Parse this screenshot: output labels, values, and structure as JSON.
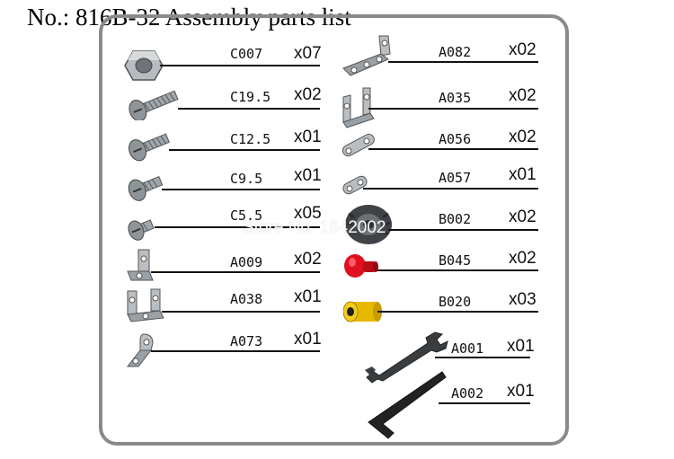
{
  "title": "No.: 816B-32 Assembly parts list",
  "watermark": "Store No: 1642002",
  "parts_left": [
    {
      "code": "C007",
      "qty": "x07",
      "icon": "hex-nut-icon"
    },
    {
      "code": "C19.5",
      "qty": "x02",
      "icon": "long-screw-icon"
    },
    {
      "code": "C12.5",
      "qty": "x01",
      "icon": "medium-screw-icon"
    },
    {
      "code": "C9.5",
      "qty": "x01",
      "icon": "short-screw-icon"
    },
    {
      "code": "C5.5",
      "qty": "x05",
      "icon": "tiny-screw-icon"
    },
    {
      "code": "A009",
      "qty": "x02",
      "icon": "angle-bracket-icon"
    },
    {
      "code": "A038",
      "qty": "x01",
      "icon": "double-bracket-icon"
    },
    {
      "code": "A073",
      "qty": "x01",
      "icon": "bent-tab-icon"
    }
  ],
  "parts_right": [
    {
      "code": "A082",
      "qty": "x02",
      "icon": "flat-bracket-icon"
    },
    {
      "code": "A035",
      "qty": "x02",
      "icon": "u-bracket-icon"
    },
    {
      "code": "A056",
      "qty": "x02",
      "icon": "two-hole-plate-icon"
    },
    {
      "code": "A057",
      "qty": "x01",
      "icon": "small-plate-icon"
    },
    {
      "code": "B002",
      "qty": "x02",
      "icon": "rubber-tire-icon"
    },
    {
      "code": "B045",
      "qty": "x02",
      "icon": "red-cap-icon"
    },
    {
      "code": "B020",
      "qty": "x03",
      "icon": "yellow-spacer-icon"
    },
    {
      "code": "A001",
      "qty": "x01",
      "icon": "wrench-icon"
    },
    {
      "code": "A002",
      "qty": "x01",
      "icon": "hex-key-icon"
    }
  ]
}
